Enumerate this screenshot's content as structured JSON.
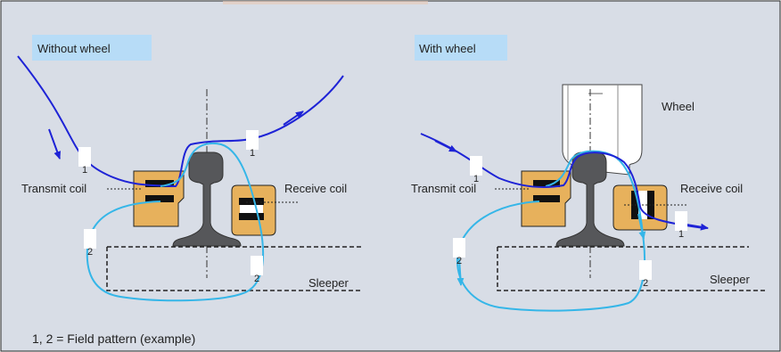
{
  "left_panel": {
    "title": "Without wheel",
    "transmit_label": "Transmit coil",
    "receive_label": "Receive coil",
    "sleeper_label": "Sleeper",
    "tag_1a": "1",
    "tag_1b": "1",
    "tag_2a": "2",
    "tag_2b": "2"
  },
  "right_panel": {
    "title": "With wheel",
    "wheel_label": "Wheel",
    "transmit_label": "Transmit coil",
    "receive_label": "Receive coil",
    "sleeper_label": "Sleeper",
    "tag_1a": "1",
    "tag_1b": "1",
    "tag_2a": "2",
    "tag_2b": "2"
  },
  "legend": "1, 2 = Field pattern (example)",
  "colors": {
    "panel_bg": "#d8dde6",
    "title_bg": "#b7dcf7",
    "coil_housing": "#e7b15c",
    "rail": "#56575a",
    "field_1": "#1e23d6",
    "field_2": "#35b6e8"
  }
}
